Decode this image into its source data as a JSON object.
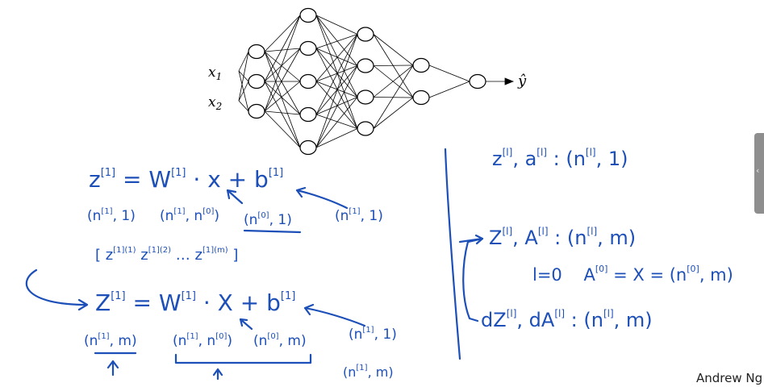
{
  "network": {
    "inputs": [
      "x1",
      "x2"
    ],
    "output_label": "ŷ",
    "layer_sizes": [
      3,
      5,
      4,
      2,
      1
    ]
  },
  "notes_left": {
    "line1": "z[1] = W[1] · x + b[1]",
    "line1_dims": [
      "(n[1], 1)",
      "(n[1], n[0])",
      "(n[0], 1)",
      "(n[1], 1)"
    ],
    "stack": "[ z[1](1) z[1](2) … z[1](m) ]",
    "line2": "Z[1] = W[1] · X + b[1]",
    "line2_dims": [
      "(n[1], m)",
      "(n[1], n[0])",
      "(n[0], m)",
      "(n[1], 1)"
    ],
    "broadcast": "(n[1], m)"
  },
  "notes_right": {
    "single": "z[l], a[l] : (n[l], 1)",
    "vector": "Z[l], A[l] : (n[l], m)",
    "base_case": "l=0   A[0] = X = (n[0], m)",
    "grad": "dZ[l], dA[l] : (n[l], m)"
  },
  "author": "Andrew Ng",
  "colors": {
    "ink": "#1d4fb8",
    "network": "#000000"
  }
}
